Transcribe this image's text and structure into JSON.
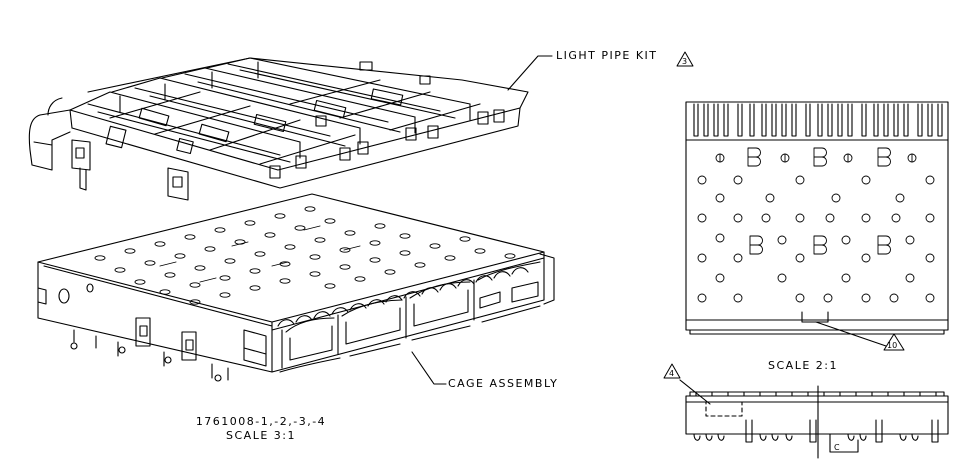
{
  "labels": {
    "light_pipe_kit": "LIGHT PIPE KIT",
    "light_pipe_note": "3",
    "cage_assembly": "CAGE ASSEMBLY",
    "part_numbers": "1761008-1,-2,-3,-4",
    "scale_iso": "SCALE 3:1",
    "scale_views": "SCALE 2:1",
    "note_10": "10",
    "note_4": "4",
    "detail_c": "C"
  }
}
